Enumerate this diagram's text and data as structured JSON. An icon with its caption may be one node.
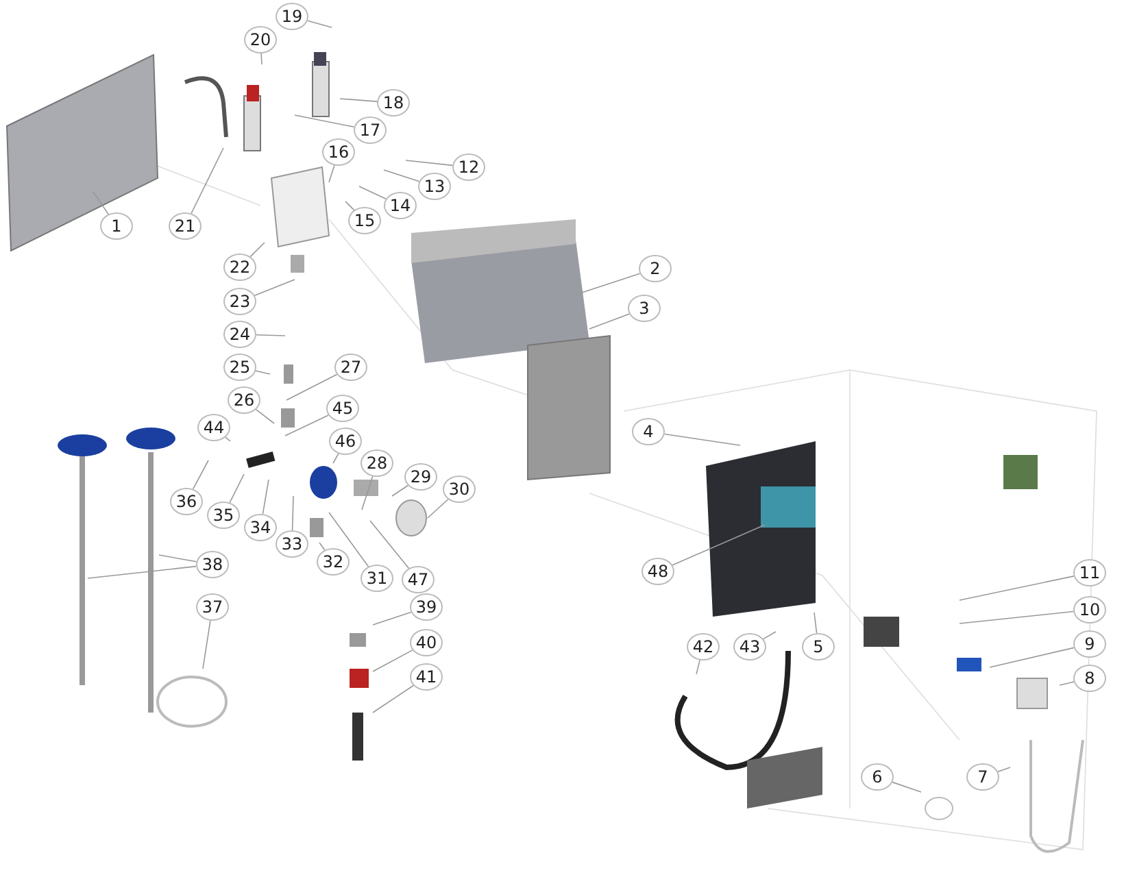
{
  "diagram": {
    "nodes": [
      {
        "text": [
          "1"
        ]
      },
      {
        "text": [
          "2"
        ]
      },
      {
        "text": [
          "3"
        ]
      },
      {
        "text": [
          "4"
        ]
      },
      {
        "text": [
          "5"
        ]
      },
      {
        "text": [
          "6"
        ]
      },
      {
        "text": [
          "7"
        ]
      },
      {
        "text": [
          "8"
        ]
      },
      {
        "text": [
          "9"
        ]
      },
      {
        "text": [
          "10"
        ]
      },
      {
        "text": [
          "11"
        ]
      },
      {
        "text": [
          "12"
        ]
      },
      {
        "text": [
          "13"
        ]
      },
      {
        "text": [
          "14"
        ]
      },
      {
        "text": [
          "15"
        ]
      },
      {
        "text": [
          "16"
        ]
      },
      {
        "text": [
          "17"
        ]
      },
      {
        "text": [
          "18"
        ]
      },
      {
        "text": [
          "19"
        ]
      },
      {
        "text": [
          "20"
        ]
      },
      {
        "text": [
          "21"
        ]
      },
      {
        "text": [
          "22"
        ]
      },
      {
        "text": [
          "23"
        ]
      },
      {
        "text": [
          "24"
        ]
      },
      {
        "text": [
          "25"
        ]
      },
      {
        "text": [
          "26"
        ]
      },
      {
        "text": [
          "27"
        ]
      },
      {
        "text": [
          "28"
        ]
      },
      {
        "text": [
          "29"
        ]
      },
      {
        "text": [
          "30"
        ]
      },
      {
        "text": [
          "31"
        ]
      },
      {
        "text": [
          "32"
        ]
      },
      {
        "text": [
          "33"
        ]
      },
      {
        "text": [
          "34"
        ]
      },
      {
        "text": [
          "35"
        ]
      },
      {
        "text": [
          "36"
        ]
      },
      {
        "text": [
          "37"
        ]
      },
      {
        "text": [
          "38"
        ]
      },
      {
        "text": [
          "39"
        ]
      },
      {
        "text": [
          "40"
        ]
      },
      {
        "text": [
          "41"
        ]
      },
      {
        "text": [
          "42"
        ]
      },
      {
        "text": [
          "43"
        ]
      },
      {
        "text": [
          "44"
        ]
      },
      {
        "text": [
          "45"
        ]
      },
      {
        "text": [
          "46"
        ]
      },
      {
        "text": [
          "47"
        ]
      },
      {
        "text": [
          "48"
        ]
      }
    ],
    "edges": [
      {
        "from": 0,
        "to": null,
        "arrow": "none"
      },
      {
        "from": 1,
        "to": null,
        "arrow": "none"
      },
      {
        "from": 2,
        "to": null,
        "arrow": "none"
      },
      {
        "from": 3,
        "to": null,
        "arrow": "none"
      },
      {
        "from": 4,
        "to": null,
        "arrow": "none"
      },
      {
        "from": 5,
        "to": null,
        "arrow": "none"
      },
      {
        "from": 6,
        "to": null,
        "arrow": "none"
      },
      {
        "from": 7,
        "to": null,
        "arrow": "none"
      },
      {
        "from": 8,
        "to": null,
        "arrow": "none"
      },
      {
        "from": 9,
        "to": null,
        "arrow": "none"
      },
      {
        "from": 10,
        "to": null,
        "arrow": "none"
      },
      {
        "from": 11,
        "to": null,
        "arrow": "none"
      },
      {
        "from": 12,
        "to": null,
        "arrow": "none"
      },
      {
        "from": 13,
        "to": null,
        "arrow": "none"
      },
      {
        "from": 14,
        "to": null,
        "arrow": "none"
      },
      {
        "from": 15,
        "to": null,
        "arrow": "none"
      },
      {
        "from": 16,
        "to": null,
        "arrow": "none"
      },
      {
        "from": 17,
        "to": null,
        "arrow": "none"
      },
      {
        "from": 18,
        "to": null,
        "arrow": "none"
      },
      {
        "from": 19,
        "to": null,
        "arrow": "none"
      },
      {
        "from": 20,
        "to": null,
        "arrow": "none"
      },
      {
        "from": 21,
        "to": null,
        "arrow": "none"
      },
      {
        "from": 22,
        "to": null,
        "arrow": "none"
      },
      {
        "from": 23,
        "to": null,
        "arrow": "none"
      },
      {
        "from": 24,
        "to": null,
        "arrow": "none"
      },
      {
        "from": 25,
        "to": null,
        "arrow": "none"
      },
      {
        "from": 26,
        "to": null,
        "arrow": "none"
      },
      {
        "from": 27,
        "to": null,
        "arrow": "none"
      },
      {
        "from": 28,
        "to": null,
        "arrow": "none"
      },
      {
        "from": 29,
        "to": null,
        "arrow": "none"
      },
      {
        "from": 30,
        "to": null,
        "arrow": "none"
      },
      {
        "from": 31,
        "to": null,
        "arrow": "none"
      },
      {
        "from": 32,
        "to": null,
        "arrow": "none"
      },
      {
        "from": 33,
        "to": null,
        "arrow": "none"
      },
      {
        "from": 34,
        "to": null,
        "arrow": "none"
      },
      {
        "from": 35,
        "to": null,
        "arrow": "none"
      },
      {
        "from": 36,
        "to": null,
        "arrow": "none"
      },
      {
        "from": 37,
        "to": null,
        "arrow": "none"
      },
      {
        "from": 37,
        "to": null,
        "arrow": "none"
      },
      {
        "from": 38,
        "to": null,
        "arrow": "none"
      },
      {
        "from": 39,
        "to": null,
        "arrow": "none"
      },
      {
        "from": 40,
        "to": null,
        "arrow": "none"
      },
      {
        "from": 41,
        "to": null,
        "arrow": "none"
      },
      {
        "from": 42,
        "to": null,
        "arrow": "none"
      },
      {
        "from": 43,
        "to": null,
        "arrow": "none"
      },
      {
        "from": 44,
        "to": null,
        "arrow": "none"
      },
      {
        "from": 45,
        "to": null,
        "arrow": "none"
      },
      {
        "from": 46,
        "to": null,
        "arrow": "none"
      },
      {
        "from": 47,
        "to": null,
        "arrow": "none"
      }
    ]
  }
}
